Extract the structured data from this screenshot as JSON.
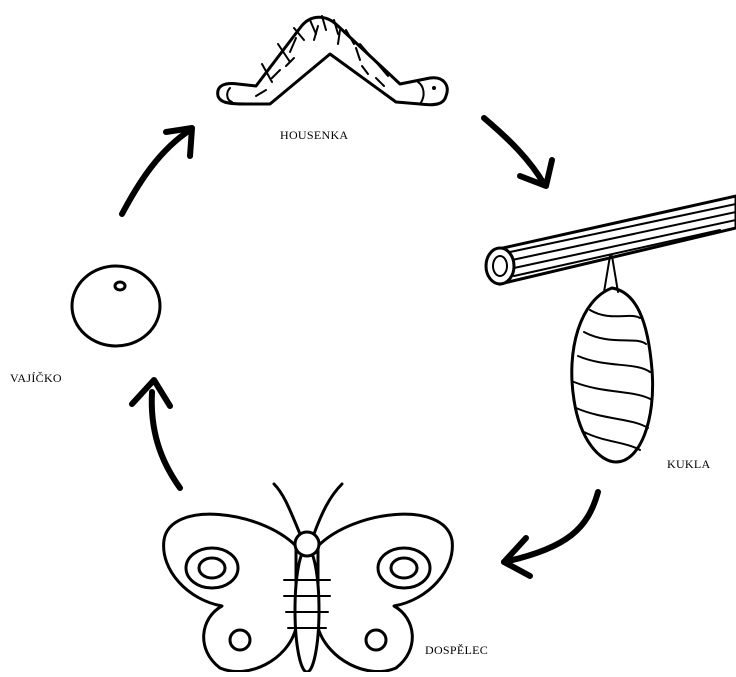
{
  "stages": {
    "larva": "HOUSENKA",
    "pupa": "KUKLA",
    "adult": "DOSPĚLEC",
    "egg": "VAJÍČKO"
  },
  "icons": [
    "caterpillar-icon",
    "pupa-on-branch-icon",
    "butterfly-icon",
    "egg-icon",
    "cycle-arrow-icon"
  ],
  "colors": {
    "ink": "#000000",
    "background": "#ffffff"
  }
}
